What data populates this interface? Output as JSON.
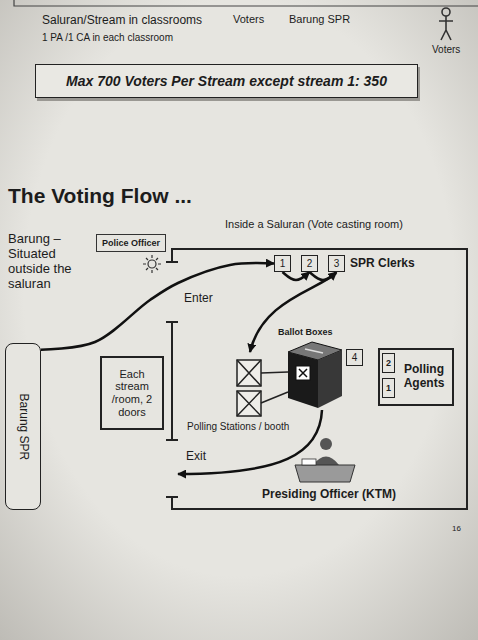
{
  "diagram": {
    "title": "The Voting Flow ...",
    "nodes": [
      {
        "text": [
          "Max 700 Voters Per Stream except stream 1: 350"
        ]
      },
      {
        "text": [
          "Police Officer"
        ]
      },
      {
        "text": [
          "Barung SPR"
        ]
      },
      {
        "text": [
          "Inside a Saluran (Vote casting room)"
        ]
      },
      {
        "text": [
          "1"
        ],
        "in": 3
      },
      {
        "text": [
          "2"
        ],
        "in": 3
      },
      {
        "text": [
          "3"
        ],
        "in": 3
      },
      {
        "text": [
          "4"
        ],
        "in": 3
      },
      {
        "text": [
          "Each stream /room, 2 doors"
        ]
      },
      {
        "text": [
          "Polling Agents"
        ],
        "in": 3
      },
      {
        "text": [
          "2"
        ],
        "in": 9
      },
      {
        "text": [
          "1"
        ],
        "in": 9
      }
    ],
    "edges": [
      {
        "from": 2,
        "to": 4,
        "arrow": "to"
      },
      {
        "from": 4,
        "to": 5,
        "arrow": "to"
      },
      {
        "from": 5,
        "to": 6,
        "arrow": "to"
      }
    ],
    "labels": [
      "Saluran/Stream in classrooms",
      "Voters",
      "Barung SPR",
      "1 PA /1 CA in each classroom",
      "Voters",
      "Barung – Situated outside the saluran",
      "Enter",
      "SPR Clerks",
      "Ballot Boxes",
      "Polling Stations / booth",
      "Exit",
      "Presiding Officer (KTM)",
      "16"
    ]
  }
}
